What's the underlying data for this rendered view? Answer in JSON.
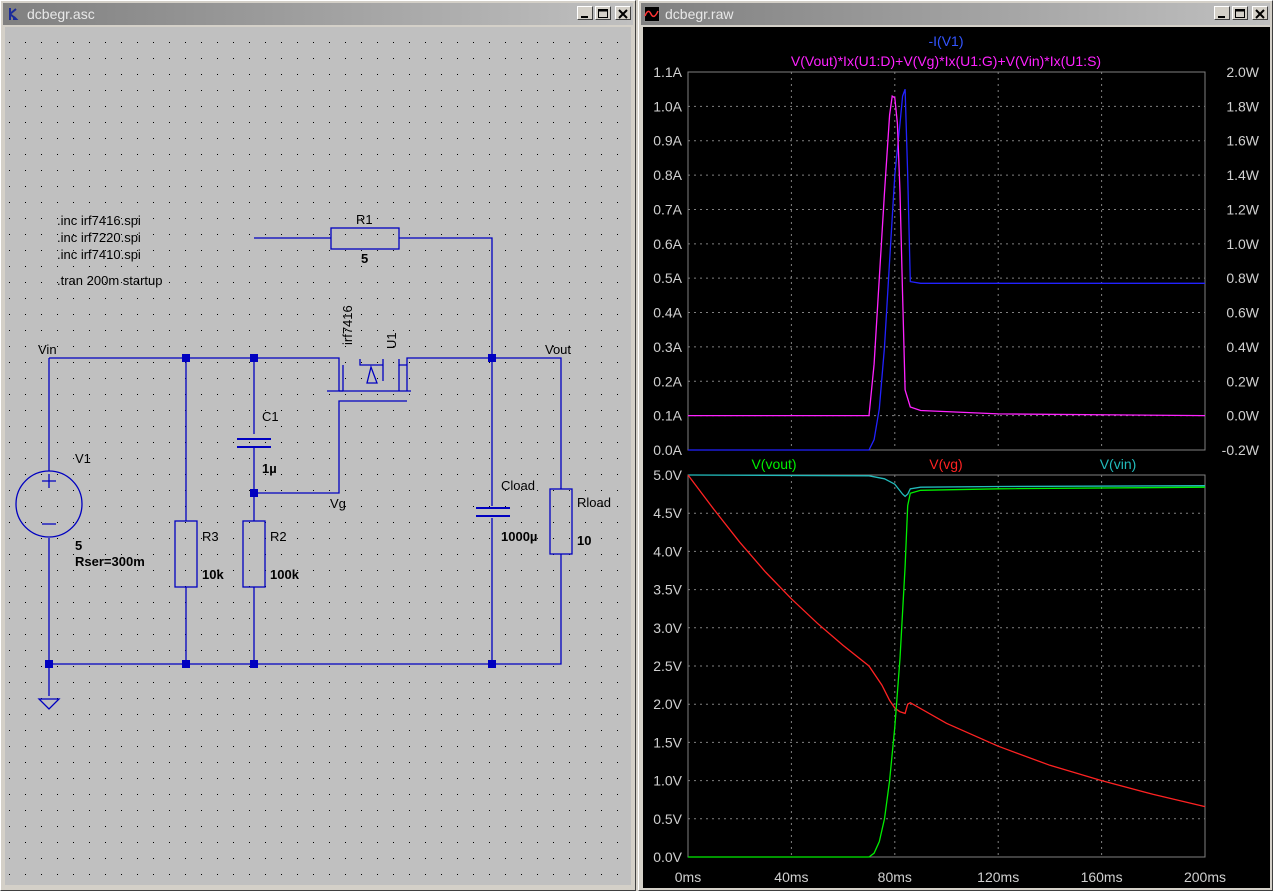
{
  "schematic_window": {
    "title": "dcbegr.asc",
    "directives": [
      ".inc irf7416.spi",
      ".inc irf7220.spi",
      ".inc irf7410.spi",
      ".tran 200m startup"
    ],
    "nets": {
      "vin": "Vin",
      "vout": "Vout",
      "vg": "Vg"
    },
    "components": {
      "r1": {
        "name": "R1",
        "value": "5"
      },
      "u1": {
        "name": "U1",
        "model": "irf7416"
      },
      "c1": {
        "name": "C1",
        "value": "1µ"
      },
      "v1": {
        "name": "V1",
        "value": "5",
        "rser": "Rser=300m"
      },
      "r3": {
        "name": "R3",
        "value": "10k"
      },
      "r2": {
        "name": "R2",
        "value": "100k"
      },
      "cload": {
        "name": "Cload",
        "value": "1000µ"
      },
      "rload": {
        "name": "Rload",
        "value": "10"
      }
    }
  },
  "waveform_window": {
    "title": "dcbegr.raw",
    "top_pane": {
      "trace_labels": [
        "-I(V1)",
        "V(Vout)*Ix(U1:D)+V(Vg)*Ix(U1:G)+V(Vin)*Ix(U1:S)"
      ],
      "left_ticks": [
        "1.1A",
        "1.0A",
        "0.9A",
        "0.8A",
        "0.7A",
        "0.6A",
        "0.5A",
        "0.4A",
        "0.3A",
        "0.2A",
        "0.1A",
        "0.0A"
      ],
      "right_ticks": [
        "2.0W",
        "1.8W",
        "1.6W",
        "1.4W",
        "1.2W",
        "1.0W",
        "0.8W",
        "0.6W",
        "0.4W",
        "0.2W",
        "0.0W",
        "-0.2W"
      ]
    },
    "bottom_pane": {
      "trace_labels": [
        "V(vout)",
        "V(vg)",
        "V(vin)"
      ],
      "left_ticks": [
        "5.0V",
        "4.5V",
        "4.0V",
        "3.5V",
        "3.0V",
        "2.5V",
        "2.0V",
        "1.5V",
        "1.0V",
        "0.5V",
        "0.0V"
      ],
      "x_ticks": [
        "0ms",
        "40ms",
        "80ms",
        "120ms",
        "160ms",
        "200ms"
      ]
    }
  },
  "chart_data": [
    {
      "type": "line",
      "xlabel": "",
      "ylabel": "",
      "xlim": [
        0,
        200
      ],
      "ylim": [
        0,
        1.1
      ],
      "y2lim": [
        -0.2,
        2.0
      ],
      "grid": true,
      "series": [
        {
          "name": "-I(V1)",
          "axis": "left",
          "color": "#2222ff",
          "x": [
            0,
            70,
            72,
            74,
            76,
            78,
            80,
            82,
            83,
            84,
            85,
            86,
            90,
            200
          ],
          "y": [
            0,
            0,
            0.03,
            0.12,
            0.3,
            0.55,
            0.8,
            0.95,
            1.03,
            1.05,
            0.8,
            0.49,
            0.485,
            0.485
          ]
        },
        {
          "name": "V(Vout)*Ix(U1:D)+V(Vg)*Ix(U1:G)+V(Vin)*Ix(U1:S)",
          "axis": "right",
          "color": "#ff22ff",
          "x": [
            0,
            70,
            72,
            74,
            76,
            78,
            79,
            80,
            81,
            82,
            83,
            84,
            86,
            90,
            120,
            200
          ],
          "y": [
            0.0,
            0.0,
            0.3,
            0.8,
            1.3,
            1.75,
            1.86,
            1.85,
            1.7,
            1.3,
            0.7,
            0.15,
            0.05,
            0.03,
            0.01,
            0.0
          ]
        }
      ]
    },
    {
      "type": "line",
      "xlabel": "",
      "ylabel": "",
      "xlim": [
        0,
        200
      ],
      "ylim": [
        0,
        5.0
      ],
      "grid": true,
      "series": [
        {
          "name": "V(vout)",
          "color": "#00ee00",
          "x": [
            0,
            70,
            72,
            74,
            76,
            78,
            80,
            82,
            84,
            85,
            86,
            90,
            120,
            200
          ],
          "y": [
            0,
            0,
            0.05,
            0.2,
            0.5,
            1.0,
            1.7,
            2.6,
            3.8,
            4.6,
            4.76,
            4.8,
            4.82,
            4.84
          ]
        },
        {
          "name": "V(vg)",
          "color": "#ff2222",
          "x": [
            0,
            10,
            20,
            30,
            40,
            50,
            60,
            70,
            75,
            78,
            80,
            82,
            84,
            85,
            86,
            100,
            120,
            140,
            160,
            180,
            200
          ],
          "y": [
            5.0,
            4.55,
            4.12,
            3.73,
            3.38,
            3.06,
            2.77,
            2.5,
            2.25,
            2.05,
            1.95,
            1.9,
            1.88,
            2.0,
            2.02,
            1.75,
            1.45,
            1.2,
            1.0,
            0.82,
            0.66
          ]
        },
        {
          "name": "V(vin)",
          "color": "#22bbbb",
          "x": [
            0,
            70,
            76,
            80,
            83,
            84,
            85,
            86,
            90,
            120,
            200
          ],
          "y": [
            5.0,
            4.99,
            4.95,
            4.88,
            4.75,
            4.72,
            4.75,
            4.82,
            4.84,
            4.85,
            4.86
          ]
        }
      ]
    }
  ]
}
